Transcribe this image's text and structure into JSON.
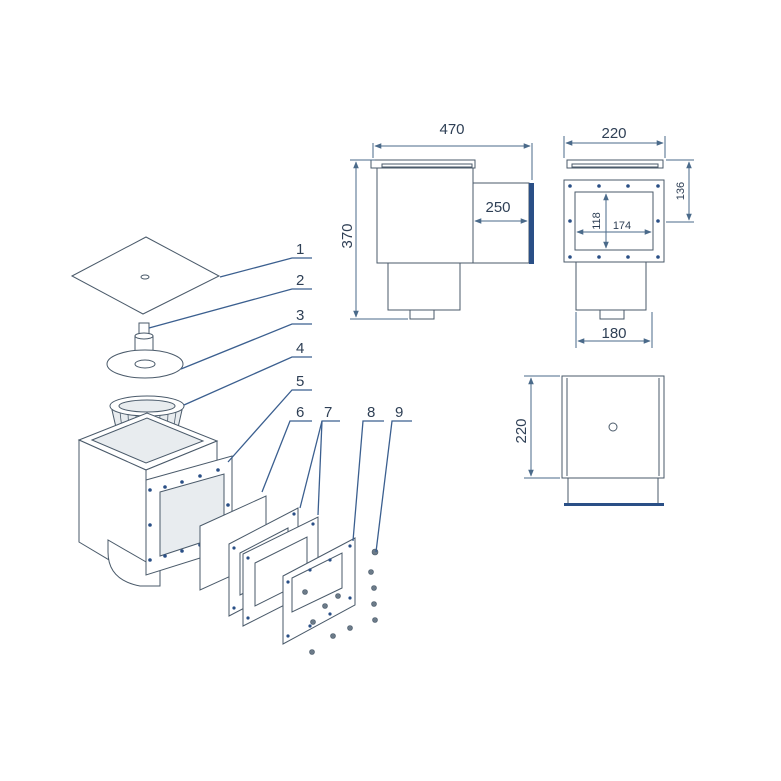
{
  "part_numbers": [
    "1",
    "2",
    "3",
    "4",
    "5",
    "6",
    "7",
    "7",
    "8",
    "9"
  ],
  "side_view": {
    "width": "470",
    "height": "370",
    "nozzle": "250"
  },
  "front_view": {
    "width": "220",
    "flange_height": "136",
    "opening_height": "118",
    "opening_width": "174",
    "body_width": "180"
  },
  "top_view": {
    "depth": "220"
  },
  "colors": {
    "line": "#4a5a6a",
    "dimension": "#4a6a8a",
    "accent": "#2a4f86"
  }
}
